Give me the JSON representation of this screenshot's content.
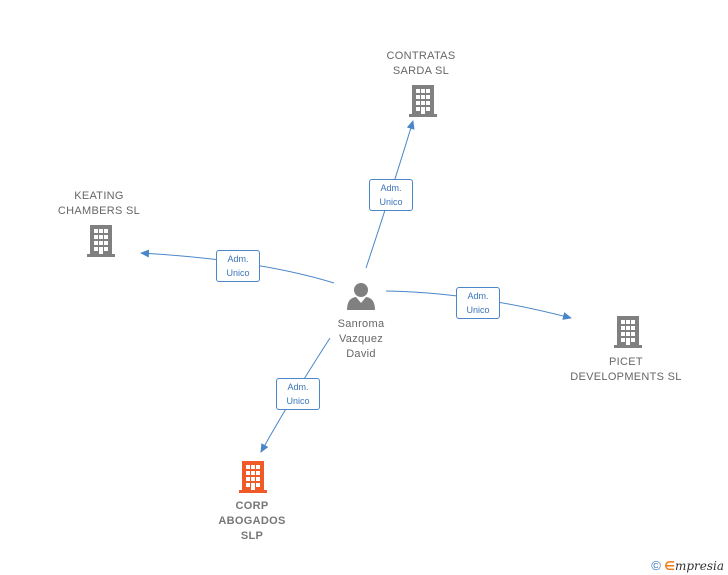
{
  "person": {
    "label": "Sanroma\nVazquez\nDavid"
  },
  "companies": [
    {
      "id": "contratas",
      "label": "CONTRATAS\nSARDA  SL",
      "color": "#808080"
    },
    {
      "id": "keating",
      "label": "KEATING\nCHAMBERS  SL",
      "color": "#808080"
    },
    {
      "id": "picet",
      "label": "PICET\nDEVELOPMENTS SL",
      "color": "#808080"
    },
    {
      "id": "corp",
      "label": "CORP\nABOGADOS\nSLP",
      "color": "#f05a28"
    }
  ],
  "edges": [
    {
      "to": "contratas",
      "line1": "Adm.",
      "line2": "Unico"
    },
    {
      "to": "keating",
      "line1": "Adm.",
      "line2": "Unico"
    },
    {
      "to": "picet",
      "line1": "Adm.",
      "line2": "Unico"
    },
    {
      "to": "corp",
      "line1": "Adm.",
      "line2": "Unico"
    }
  ],
  "colors": {
    "edge": "#4a86c8",
    "person": "#808080"
  },
  "footer": {
    "copyright": "©",
    "brand_e": "∈",
    "brand_rest": "mpresia"
  }
}
